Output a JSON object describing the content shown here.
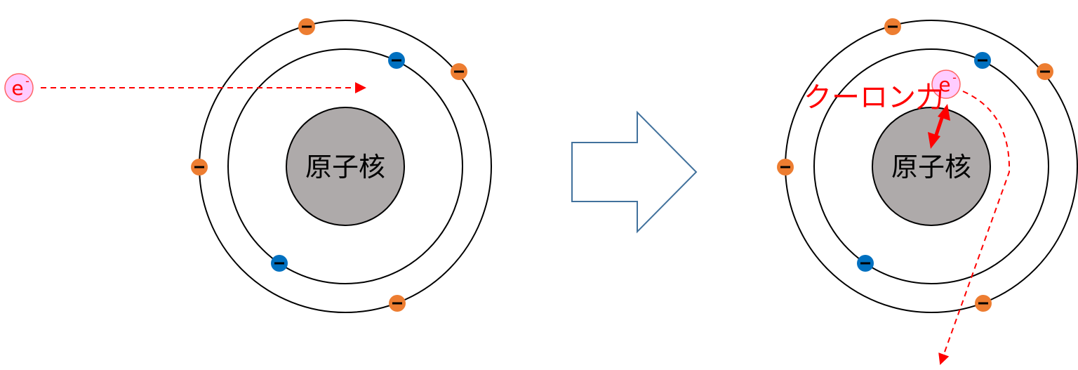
{
  "labels": {
    "nucleus": "原子核",
    "electron": "e",
    "electron_charge": "-",
    "coulomb_force": "クーロン力",
    "minus": "−"
  },
  "colors": {
    "outer_electron": "#ED7D31",
    "inner_electron": "#0070C0",
    "nucleus": "#AEAAAA",
    "incident_electron_fill": "#FFCCFF",
    "red": "#FF0000",
    "arrow_stroke": "#41719C"
  }
}
